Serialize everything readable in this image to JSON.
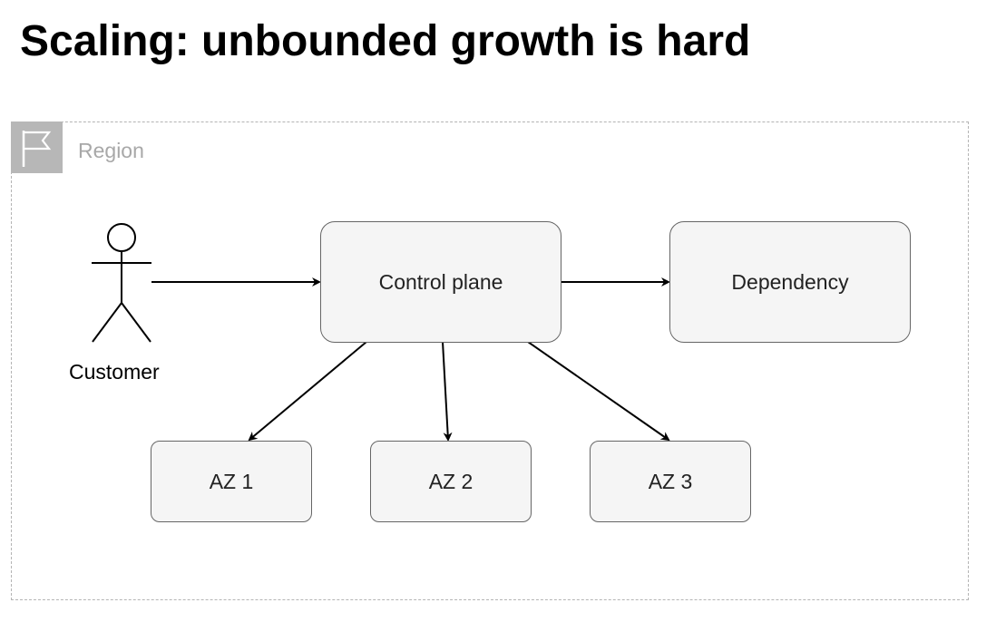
{
  "title": "Scaling: unbounded growth is hard",
  "region": {
    "label": "Region",
    "icon": "flag-icon",
    "border_color": "#b4b4b4",
    "icon_background": "#b7b7b7"
  },
  "actor": {
    "label": "Customer",
    "icon": "stick-figure-icon"
  },
  "nodes": {
    "control_plane": "Control plane",
    "dependency": "Dependency",
    "az1": "AZ 1",
    "az2": "AZ 2",
    "az3": "AZ 3"
  },
  "edges": [
    {
      "from": "Customer",
      "to": "Control plane"
    },
    {
      "from": "Control plane",
      "to": "Dependency"
    },
    {
      "from": "Control plane",
      "to": "AZ 1"
    },
    {
      "from": "Control plane",
      "to": "AZ 2"
    },
    {
      "from": "Control plane",
      "to": "AZ 3"
    }
  ],
  "colors": {
    "node_fill": "#f5f5f5",
    "node_border": "#666666",
    "arrow": "#000000"
  }
}
